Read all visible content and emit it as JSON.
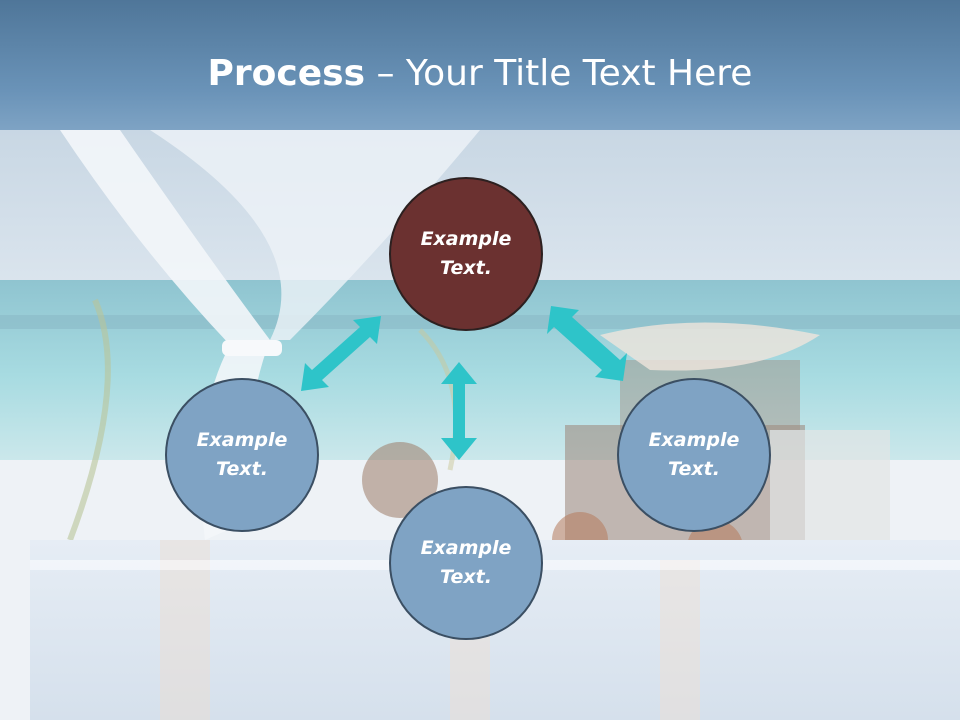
{
  "title": {
    "bold": "Process",
    "rest": " – Your Title Text Here"
  },
  "nodes": {
    "top": {
      "label": "Example Text."
    },
    "left": {
      "label": "Example Text."
    },
    "right": {
      "label": "Example Text."
    },
    "bottom": {
      "label": "Example Text."
    }
  },
  "colors": {
    "title_bar": "#5b83a8",
    "highlight_node": "#6b3130",
    "node": "#7fa3c4",
    "arrow": "#2ec4c9"
  }
}
